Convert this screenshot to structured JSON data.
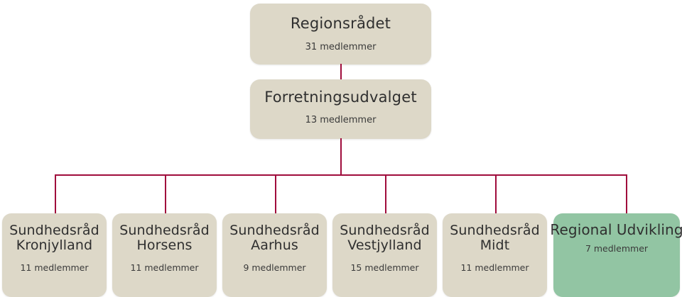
{
  "chart": {
    "type": "org-chart",
    "language": "da",
    "colors": {
      "box_beige": "#ddd8c8",
      "box_green": "#92c5a3",
      "connector": "#a00c3c",
      "text": "#2f2f2f",
      "background": "#ffffff"
    },
    "units_label": "medlemmer"
  },
  "levels": {
    "level1": {
      "node": {
        "title": "Regionsrådet",
        "count": "31 medlemmer",
        "members": 31,
        "color": "#ddd8c8"
      }
    },
    "level2": {
      "node": {
        "title": "Forretningsudvalget",
        "count": "13 medlemmer",
        "members": 13,
        "color": "#ddd8c8"
      }
    },
    "level3": {
      "nodes": [
        {
          "title_line1": "Sundhedsråd",
          "title_line2": "Kronjylland",
          "count": "11 medlemmer",
          "members": 11,
          "color": "#ddd8c8"
        },
        {
          "title_line1": "Sundhedsråd",
          "title_line2": "Horsens",
          "count": "11 medlemmer",
          "members": 11,
          "color": "#ddd8c8"
        },
        {
          "title_line1": "Sundhedsråd",
          "title_line2": "Aarhus",
          "count": "9 medlemmer",
          "members": 9,
          "color": "#ddd8c8"
        },
        {
          "title_line1": "Sundhedsråd",
          "title_line2": "Vestjylland",
          "count": "15 medlemmer",
          "members": 15,
          "color": "#ddd8c8"
        },
        {
          "title_line1": "Sundhedsråd",
          "title_line2": "Midt",
          "count": "11 medlemmer",
          "members": 11,
          "color": "#ddd8c8"
        },
        {
          "title_line1": "Regional Udvikling",
          "title_line2": "",
          "count": "7 medlemmer",
          "members": 7,
          "color": "#92c5a3"
        }
      ]
    }
  }
}
